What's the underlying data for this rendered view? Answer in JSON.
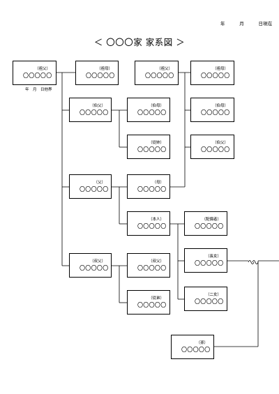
{
  "date_line": {
    "year": "年",
    "month": "月",
    "day": "日現在"
  },
  "title": "＜ 〇〇〇家  家系図 ＞",
  "name_placeholder": "〇〇〇〇〇",
  "founder_note": "年　月　日他界",
  "boxes": {
    "great_grandfather": {
      "role": "（祖父）"
    },
    "great_grandmother": {
      "role": "（祖母）"
    },
    "maternal_grandfather": {
      "role": "（祖父）"
    },
    "maternal_grandmother": {
      "role": "（祖母）"
    },
    "uncle_elder": {
      "role": "（伯父）"
    },
    "aunt_elder_wife": {
      "role": "（伯母）"
    },
    "cousin_1": {
      "role": "（従姉）"
    },
    "aunt_maternal": {
      "role": "（伯母）"
    },
    "uncle_maternal": {
      "role": "（伯父）"
    },
    "father": {
      "role": "（父）"
    },
    "mother": {
      "role": "（母）"
    },
    "self": {
      "role": "（本人）"
    },
    "spouse": {
      "role": "（配偶者）"
    },
    "eldest_daughter": {
      "role": "（長女）"
    },
    "second_daughter": {
      "role": "（二女）"
    },
    "uncle_younger": {
      "role": "（叔父）"
    },
    "aunt_younger_wife": {
      "role": "（叔父）"
    },
    "cousin_2": {
      "role": "（従弟）"
    },
    "grandchild": {
      "role": "（孫）"
    }
  }
}
